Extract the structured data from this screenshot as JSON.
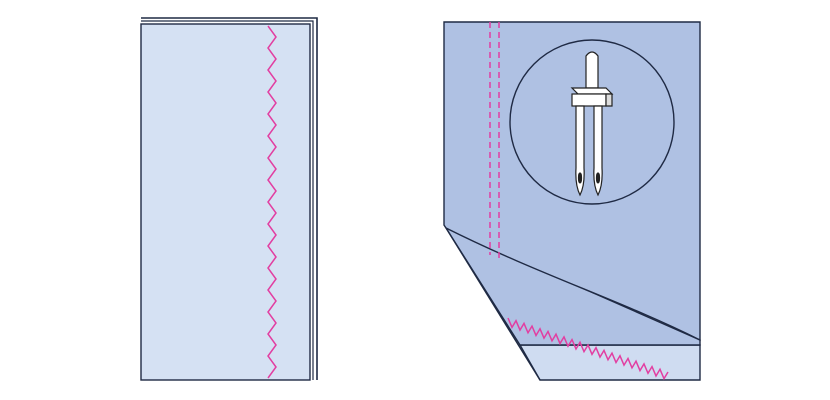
{
  "colors": {
    "fabric_light": "#d5e1f3",
    "fabric_blue": "#afc1e3",
    "fabric_pale": "#cfdcf1",
    "outline": "#1f2a44",
    "stitch": "#e23ea1",
    "needle_fill": "#ffffff",
    "needle_stroke": "#222222"
  },
  "panels": [
    {
      "name": "left-panel",
      "stitch": "zigzag-single"
    },
    {
      "name": "right-panel",
      "stitch": "twin-needle-straight-and-zigzag",
      "inset": "twin-needle-icon"
    }
  ]
}
